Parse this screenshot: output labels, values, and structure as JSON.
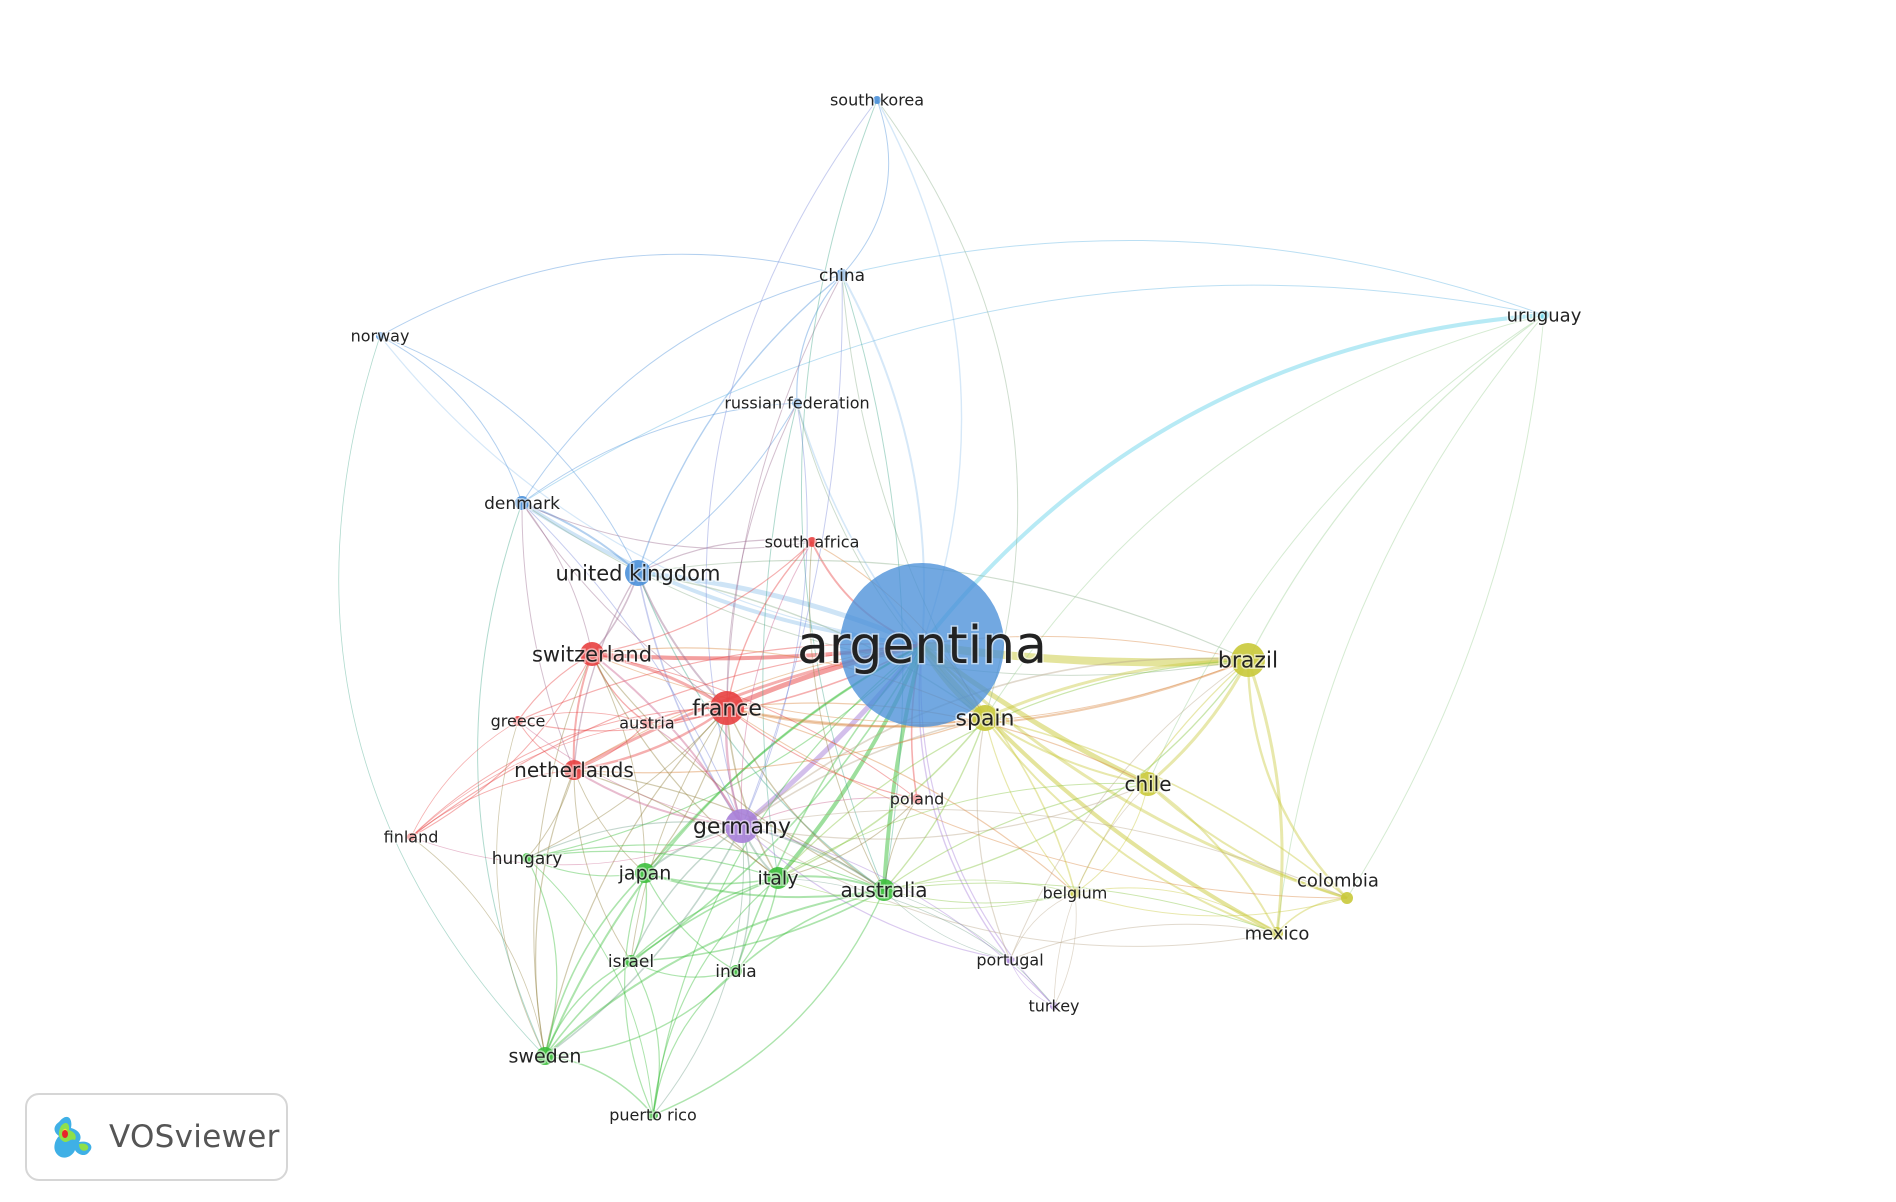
{
  "brand": {
    "name": "VOSviewer"
  },
  "colors": {
    "blue": "#4a90d9",
    "light_blue": "#9ec9ee",
    "red": "#e84040",
    "green": "#3cbf3c",
    "yellow": "#c9c93a",
    "purple": "#a77fd8",
    "cyan": "#6fd6ec"
  },
  "network": {
    "nodes": [
      {
        "id": "argentina",
        "label": "argentina",
        "cluster": "blue",
        "weight": 100
      },
      {
        "id": "united_kingdom",
        "label": "united kingdom",
        "cluster": "blue",
        "weight": 18
      },
      {
        "id": "denmark",
        "label": "denmark",
        "cluster": "blue",
        "weight": 8
      },
      {
        "id": "china",
        "label": "china",
        "cluster": "blue",
        "weight": 7
      },
      {
        "id": "russian_federation",
        "label": "russian federation",
        "cluster": "blue",
        "weight": 5
      },
      {
        "id": "south_korea",
        "label": "south korea",
        "cluster": "blue",
        "weight": 4
      },
      {
        "id": "norway",
        "label": "norway",
        "cluster": "blue",
        "weight": 4
      },
      {
        "id": "uruguay",
        "label": "uruguay",
        "cluster": "cyan",
        "weight": 5
      },
      {
        "id": "brazil",
        "label": "brazil",
        "cluster": "yellow",
        "weight": 30
      },
      {
        "id": "spain",
        "label": "spain",
        "cluster": "yellow",
        "weight": 20
      },
      {
        "id": "chile",
        "label": "chile",
        "cluster": "yellow",
        "weight": 16
      },
      {
        "id": "colombia",
        "label": "colombia",
        "cluster": "yellow",
        "weight": 10
      },
      {
        "id": "mexico",
        "label": "mexico",
        "cluster": "yellow",
        "weight": 10
      },
      {
        "id": "belgium",
        "label": "belgium",
        "cluster": "yellow",
        "weight": 6
      },
      {
        "id": "france",
        "label": "france",
        "cluster": "red",
        "weight": 28
      },
      {
        "id": "switzerland",
        "label": "switzerland",
        "cluster": "red",
        "weight": 18
      },
      {
        "id": "netherlands",
        "label": "netherlands",
        "cluster": "red",
        "weight": 16
      },
      {
        "id": "austria",
        "label": "austria",
        "cluster": "red",
        "weight": 8
      },
      {
        "id": "greece",
        "label": "greece",
        "cluster": "red",
        "weight": 6
      },
      {
        "id": "south_africa",
        "label": "south africa",
        "cluster": "red",
        "weight": 6
      },
      {
        "id": "poland",
        "label": "poland",
        "cluster": "red",
        "weight": 6
      },
      {
        "id": "finland",
        "label": "finland",
        "cluster": "red",
        "weight": 5
      },
      {
        "id": "germany",
        "label": "germany",
        "cluster": "purple",
        "weight": 30
      },
      {
        "id": "portugal",
        "label": "portugal",
        "cluster": "purple",
        "weight": 6
      },
      {
        "id": "turkey",
        "label": "turkey",
        "cluster": "purple",
        "weight": 5
      },
      {
        "id": "australia",
        "label": "australia",
        "cluster": "green",
        "weight": 20
      },
      {
        "id": "italy",
        "label": "italy",
        "cluster": "green",
        "weight": 16
      },
      {
        "id": "japan",
        "label": "japan",
        "cluster": "green",
        "weight": 14
      },
      {
        "id": "sweden",
        "label": "sweden",
        "cluster": "green",
        "weight": 14
      },
      {
        "id": "israel",
        "label": "israel",
        "cluster": "green",
        "weight": 9
      },
      {
        "id": "india",
        "label": "india",
        "cluster": "green",
        "weight": 9
      },
      {
        "id": "hungary",
        "label": "hungary",
        "cluster": "green",
        "weight": 8
      },
      {
        "id": "puerto_rico",
        "label": "puerto rico",
        "cluster": "green",
        "weight": 6
      }
    ]
  }
}
